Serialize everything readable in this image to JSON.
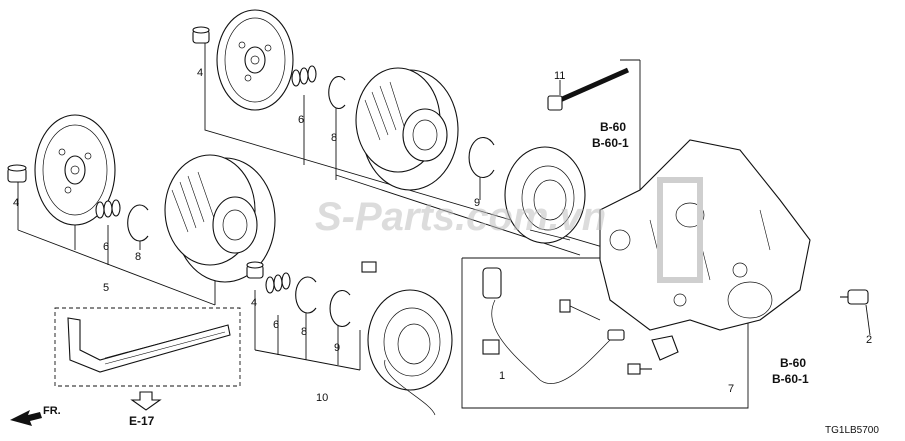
{
  "diagram": {
    "callouts": {
      "c1": "1",
      "c2": "2",
      "c4a": "4",
      "c4b": "4",
      "c4c": "4",
      "c5": "5",
      "c6a": "6",
      "c6b": "6",
      "c6c": "6",
      "c7": "7",
      "c8a": "8",
      "c8b": "8",
      "c8c": "8",
      "c9a": "9",
      "c9b": "9",
      "c10": "10",
      "c11": "11"
    },
    "refs": {
      "b60_top": "B-60",
      "b601_top": "B-60-1",
      "b60_bottom": "B-60",
      "b601_bottom": "B-60-1",
      "e17": "E-17",
      "front": "FR."
    },
    "diagram_code": "TG1LB5700",
    "watermark": "S-Parts.com.vn",
    "colors": {
      "line": "#111111",
      "watermark": "#bfbfbf",
      "background": "#ffffff"
    }
  }
}
